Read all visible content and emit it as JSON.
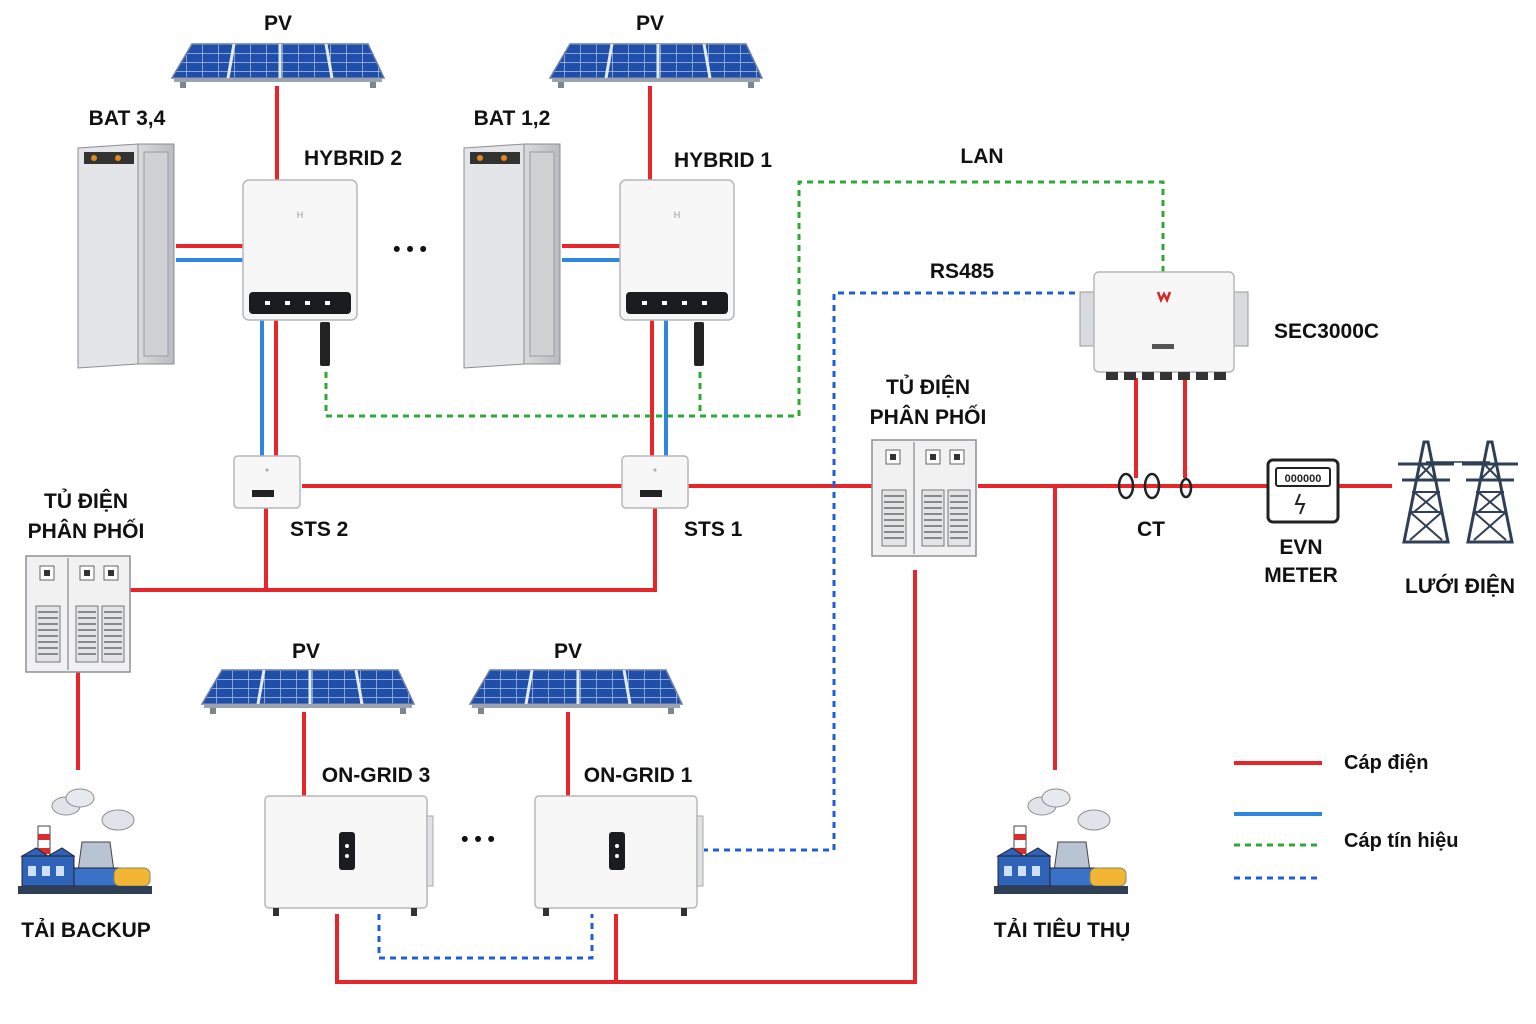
{
  "labels": {
    "pv": "PV",
    "bat34": "BAT 3,4",
    "bat12": "BAT 1,2",
    "hybrid2": "HYBRID 2",
    "hybrid1": "HYBRID 1",
    "ellipsis": "• • •",
    "lan": "LAN",
    "rs485": "RS485",
    "sec": "SEC3000C",
    "tu_dien_line1": "TỦ ĐIỆN",
    "tu_dien_line2": "PHÂN PHỐI",
    "sts2": "STS 2",
    "sts1": "STS 1",
    "ct": "CT",
    "evn_line1": "EVN",
    "evn_line2": "METER",
    "grid": "LƯỚI ĐIỆN",
    "ongrid3": "ON-GRID 3",
    "ongrid1": "ON-GRID 1",
    "load_backup": "TẢI BACKUP",
    "load_consumer": "TẢI TIÊU THỤ",
    "meter_digits": "000000"
  },
  "legend": {
    "power_cable": "Cáp điện",
    "signal_cable": "Cáp tín hiệu"
  },
  "colors": {
    "power": "#e8262a",
    "dc_blue": "#2f86e0",
    "lan_green": "#2ea836",
    "rs485_blue": "#1f5fd6",
    "panel_blue": "#1f4fa8",
    "tower": "#2f3f55"
  }
}
